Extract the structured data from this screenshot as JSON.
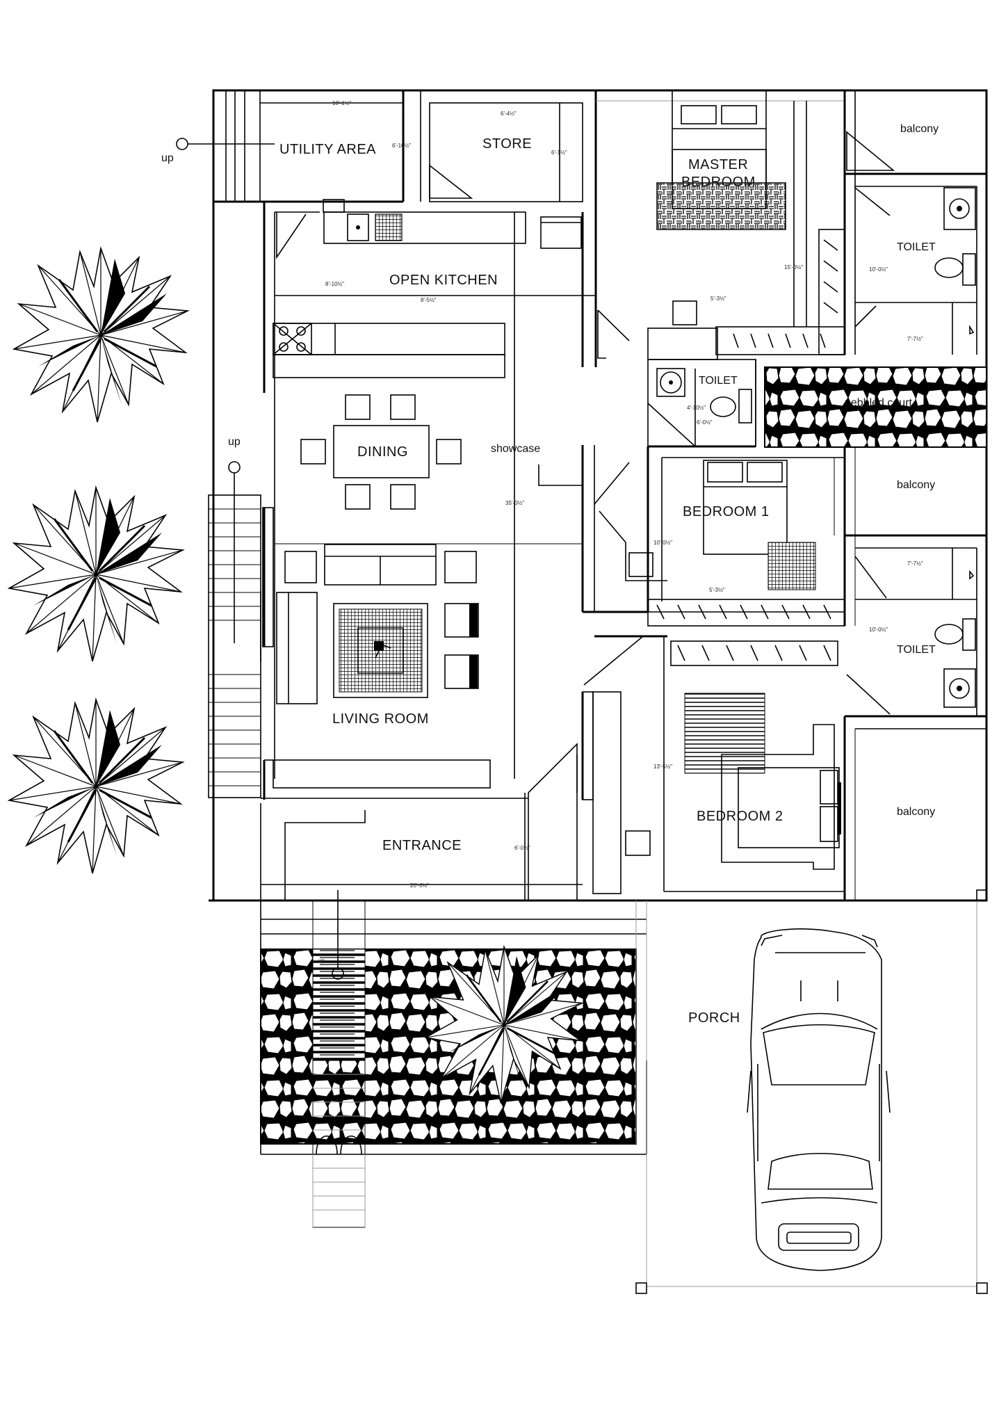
{
  "rooms": {
    "utility": "UTILITY AREA",
    "store": "STORE",
    "master_bedroom_line1": "MASTER",
    "master_bedroom_line2": "BEDROOM",
    "balcony_top": "balcony",
    "toilet_master": "TOILET",
    "open_kitchen": "OPEN KITCHEN",
    "toilet_common": "TOILET",
    "pebbled_court": "pebbled court",
    "dining": "DINING",
    "showcase": "showcase",
    "bedroom1": "BEDROOM 1",
    "balcony_mid": "balcony",
    "toilet_bed": "TOILET",
    "living_room": "LIVING ROOM",
    "bedroom2": "BEDROOM 2",
    "balcony_bottom": "balcony",
    "entrance": "ENTRANCE",
    "porch": "PORCH"
  },
  "stairs": {
    "up_top": "up",
    "up_mid": "up",
    "up_front": "up"
  },
  "dimensions": {
    "utility_width": "10'-1½\"",
    "utility_depth": "6'-10½\"",
    "store_width": "6'-4½\"",
    "store_depth": "6'-1½\"",
    "kitchen_depth": "8'-10½\"",
    "kitchen_width": "8'-5½\"",
    "master_width": "5'-3½\"",
    "master_depth": "15'-0½\"",
    "toilet_master_depth": "10'-0½\"",
    "toilet_master_width": "7'-7½\"",
    "toilet_common_depth": "4'-10½\"",
    "toilet_common_width": "6'-0½\"",
    "hall_depth": "35'-0½\"",
    "bedroom1_depth": "10'-0½\"",
    "bedroom1_width": "5'-3½\"",
    "toilet_bed_width": "7'-7½\"",
    "toilet_bed_depth": "10'-0½\"",
    "bedroom2_depth": "13'-5½\"",
    "entrance_depth": "6'-0½\"",
    "entrance_width": "20'-0½\""
  },
  "icons": [
    "tree-icon",
    "car-icon",
    "bed-icon",
    "sofa-icon",
    "table-icon",
    "wc-icon",
    "sink-icon",
    "stove-icon",
    "door-swing-icon",
    "stair-icon"
  ],
  "colors": {
    "line": "#000000",
    "paper": "#ffffff",
    "guide": "#999999"
  }
}
